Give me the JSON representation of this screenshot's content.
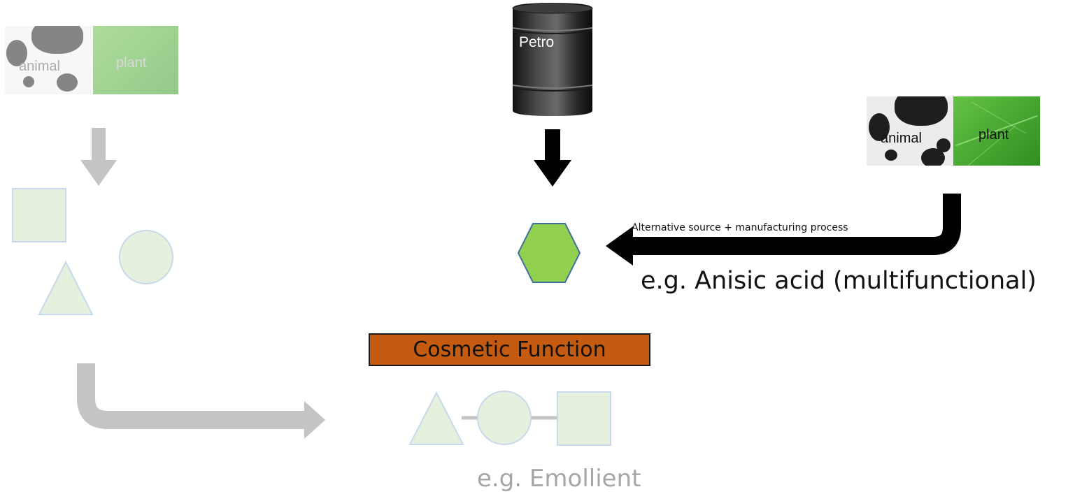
{
  "sources": {
    "faded_animal_label": "animal",
    "faded_plant_label": "plant",
    "active_animal_label": "animal",
    "active_plant_label": "plant",
    "petro_label": "Petro"
  },
  "labels": {
    "alternative_process": "Alternative source + manufacturing process",
    "anisic_example": "e.g. Anisic acid (multifunctional)",
    "cosmetic_function": "Cosmetic Function",
    "emollient_example": "e.g. Emollient"
  },
  "colors": {
    "hexagon_fill": "#92d050",
    "hexagon_stroke": "#41719c",
    "function_box": "#c55a11",
    "faded_shape_fill": "#e6f0df",
    "faded_shape_stroke": "#c7d9ea",
    "faded_arrow": "#c4c4c4",
    "active_arrow": "#000000",
    "faded_text": "#a6a6a6",
    "barrel": "#2b2b2b"
  }
}
